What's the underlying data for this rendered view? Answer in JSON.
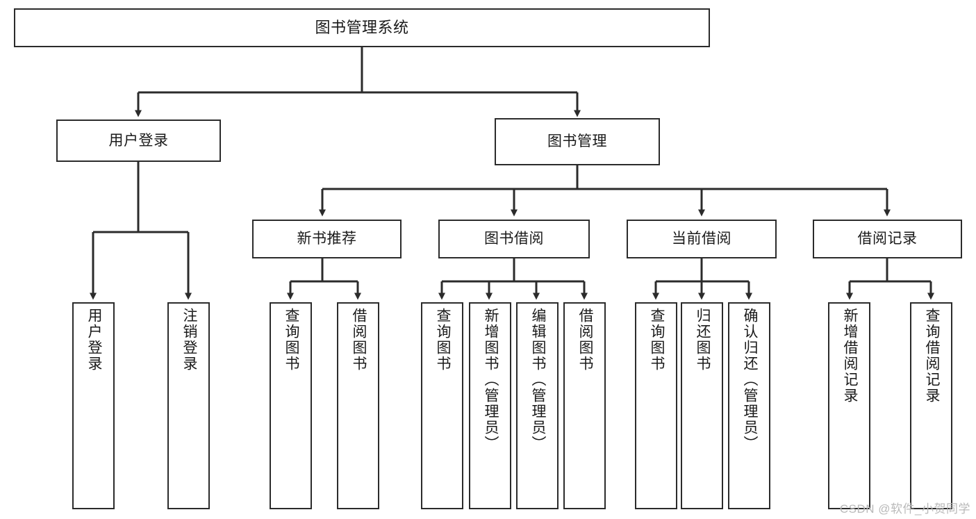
{
  "diagram": {
    "type": "tree-hierarchy",
    "title": "图书管理系统",
    "colors": {
      "stroke": "#2b2b2b",
      "box_fill": "#ffffff",
      "text": "#1a1a1a",
      "watermark": "#b9b9b9",
      "background": "#ffffff"
    },
    "nodes": {
      "root": {
        "label": "图书管理系统"
      },
      "level1": [
        {
          "id": "user-login",
          "label": "用户登录"
        },
        {
          "id": "book-manage",
          "label": "图书管理"
        }
      ],
      "level2": [
        {
          "id": "new-book-recommend",
          "label": "新书推荐",
          "parent": "book-manage"
        },
        {
          "id": "book-borrow",
          "label": "图书借阅",
          "parent": "book-manage"
        },
        {
          "id": "current-borrow",
          "label": "当前借阅",
          "parent": "book-manage"
        },
        {
          "id": "borrow-record",
          "label": "借阅记录",
          "parent": "book-manage"
        }
      ],
      "leaves": [
        {
          "id": "leaf-user-login",
          "label": "用户登录",
          "parent": "user-login"
        },
        {
          "id": "leaf-user-logout",
          "label": "注销登录",
          "parent": "user-login"
        },
        {
          "id": "leaf-query-book-1",
          "label": "查询图书",
          "parent": "new-book-recommend"
        },
        {
          "id": "leaf-borrow-book-1",
          "label": "借阅图书",
          "parent": "new-book-recommend"
        },
        {
          "id": "leaf-query-book-2",
          "label": "查询图书",
          "parent": "book-borrow"
        },
        {
          "id": "leaf-add-book",
          "label": "新增图书（管理员）",
          "parent": "book-borrow"
        },
        {
          "id": "leaf-edit-book",
          "label": "编辑图书（管理员）",
          "parent": "book-borrow"
        },
        {
          "id": "leaf-borrow-book-2",
          "label": "借阅图书",
          "parent": "book-borrow"
        },
        {
          "id": "leaf-query-book-3",
          "label": "查询图书",
          "parent": "current-borrow"
        },
        {
          "id": "leaf-return-book",
          "label": "归还图书",
          "parent": "current-borrow"
        },
        {
          "id": "leaf-confirm-return",
          "label": "确认归还（管理员）",
          "parent": "current-borrow"
        },
        {
          "id": "leaf-add-record",
          "label": "新增借阅记录",
          "parent": "borrow-record"
        },
        {
          "id": "leaf-query-record",
          "label": "查询借阅记录",
          "parent": "borrow-record"
        }
      ]
    },
    "watermark": "CSDN @软件_小贺同学"
  }
}
